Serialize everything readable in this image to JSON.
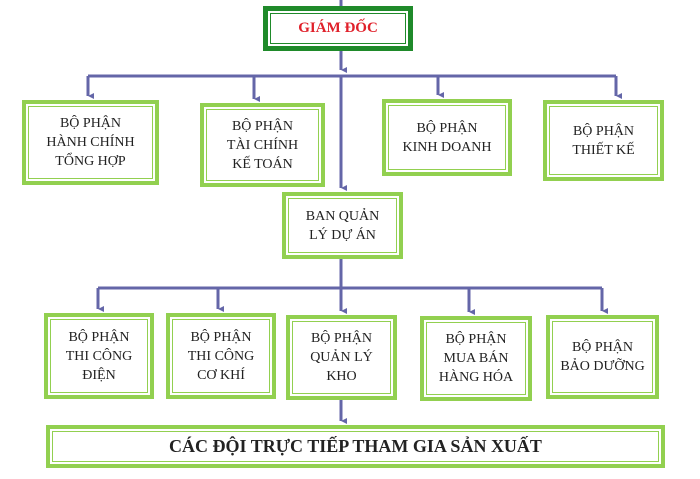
{
  "top": {
    "label": "GIÁM ĐỐC",
    "color": "#e0202a"
  },
  "row1": [
    {
      "label": "BỘ PHẬN\nHÀNH CHÍNH\nTỔNG HỢP"
    },
    {
      "label": "BỘ PHẬN\nTÀI CHÍNH\nKẾ TOÁN"
    },
    {
      "label": "BỘ PHẬN\nKINH DOANH"
    },
    {
      "label": "BỘ PHẬN\nTHIẾT KẾ"
    }
  ],
  "middle": {
    "label": "BAN QUẢN\nLÝ DỰ ÁN"
  },
  "row2": [
    {
      "label": "BỘ PHẬN\nTHI CÔNG\nĐIỆN"
    },
    {
      "label": "BỘ PHẬN\nTHI CÔNG\nCƠ KHÍ"
    },
    {
      "label": "BỘ PHẬN\nQUẢN LÝ\nKHO"
    },
    {
      "label": "BỘ PHẬN\nMUA BÁN\nHÀNG HÓA"
    },
    {
      "label": "BỘ PHẬN\nBẢO DƯỠNG"
    }
  ],
  "bottom": {
    "label": "CÁC ĐỘI TRỰC TIẾP THAM GIA SẢN XUẤT"
  },
  "colors": {
    "box_border": "#92d050",
    "top_border": "#1f8a2a",
    "connector": "#6466a8"
  }
}
